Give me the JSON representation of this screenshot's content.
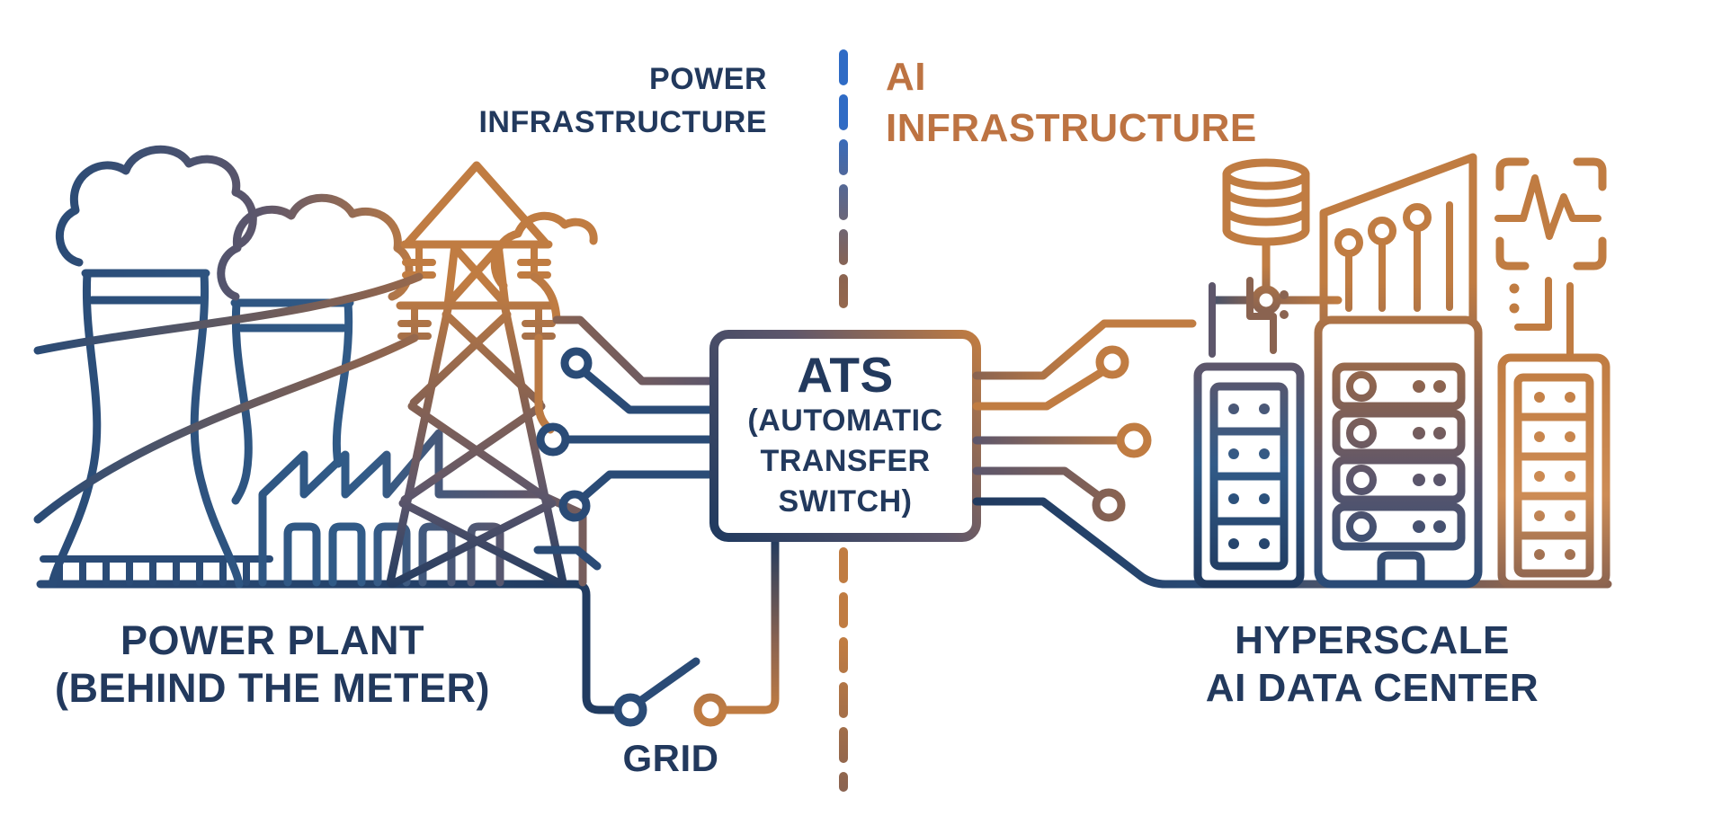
{
  "diagram": {
    "power_section": {
      "title_line1": "POWER",
      "title_line2": "INFRASTRUCTURE",
      "caption_line1": "POWER PLANT",
      "caption_line2": "(BEHIND THE METER)"
    },
    "ai_section": {
      "title_line1": "AI",
      "title_line2": "INFRASTRUCTURE",
      "caption_line1": "HYPERSCALE",
      "caption_line2": "AI DATA CENTER"
    },
    "ats": {
      "title": "ATS",
      "subtitle_line1": "(AUTOMATIC",
      "subtitle_line2": "TRANSFER",
      "subtitle_line3": "SWITCH)"
    },
    "grid_label": "GRID"
  },
  "icons": {
    "cooling-towers-icon": "power plant cooling towers with smoke clouds",
    "factory-icon": "turbine hall with sawtooth roof and window slots",
    "transmission-tower-icon": "high-voltage lattice pylon with sagging power lines",
    "circuit-traces-left-icon": "PCB traces with round node terminals feeding the ATS",
    "circuit-traces-right-icon": "PCB traces with round node terminals feeding the data center",
    "ats-box-icon": "automatic transfer switch enclosure",
    "grid-switch-icon": "open disconnect switch on the grid feed",
    "divider-icon": "vertical dashed boundary between power and AI infrastructure",
    "database-icon": "database cylinder on a network line",
    "server-rack-left-icon": "navy server rack tower",
    "server-rack-center-icon": "server cabinet with LED rows and door",
    "server-rack-right-icon": "copper server rack tower",
    "gpu-building-icon": "angled hyperscale hall with circuit pin traces",
    "pulse-monitor-icon": "heartbeat pulse inside focus brackets"
  },
  "colors": {
    "navy": "#2a4b76",
    "navydeep": "#203a5f",
    "slate": "#315b88",
    "steel": "#5d566b",
    "brown": "#8a6350",
    "copper": "#c07c42",
    "copperlight": "#cd8c55",
    "dashblue": "#2f6bc5",
    "textnavy": "#22395d",
    "textcopper": "#bd7342",
    "white": "#ffffff"
  }
}
